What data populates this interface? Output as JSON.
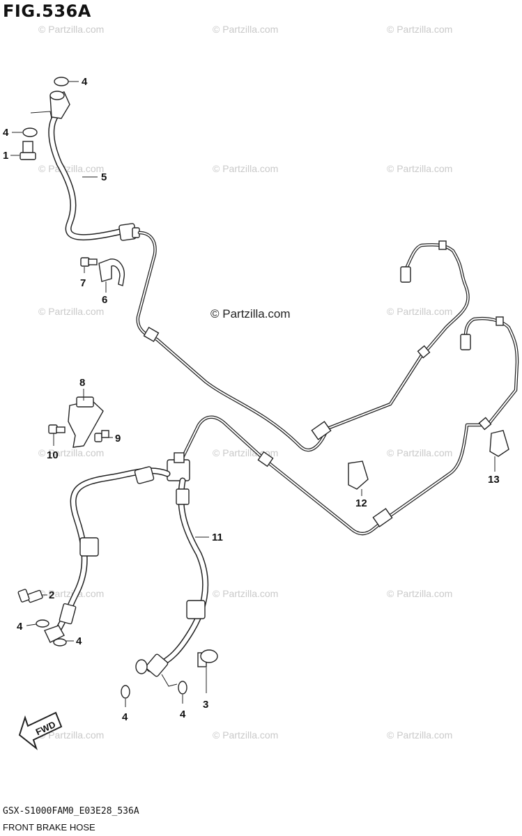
{
  "figure": {
    "title": "FIG.536A",
    "code": "GSX-S1000FAM0_E03E28_536A",
    "name": "FRONT BRAKE HOSE"
  },
  "watermark": {
    "text": "© Partzilla.com",
    "center_text": "© Partzilla.com"
  },
  "direction_marker": "FWD",
  "callouts": {
    "c1": "1",
    "c2": "2",
    "c3": "3",
    "c4a": "4",
    "c4b": "4",
    "c4c": "4",
    "c4d": "4",
    "c4e": "4",
    "c4f": "4",
    "c5": "5",
    "c6": "6",
    "c7": "7",
    "c8": "8",
    "c9": "9",
    "c10": "10",
    "c11": "11",
    "c12": "12",
    "c13": "13"
  },
  "colors": {
    "line": "#222222",
    "watermark": "#c9c9c9",
    "background": "#ffffff"
  }
}
